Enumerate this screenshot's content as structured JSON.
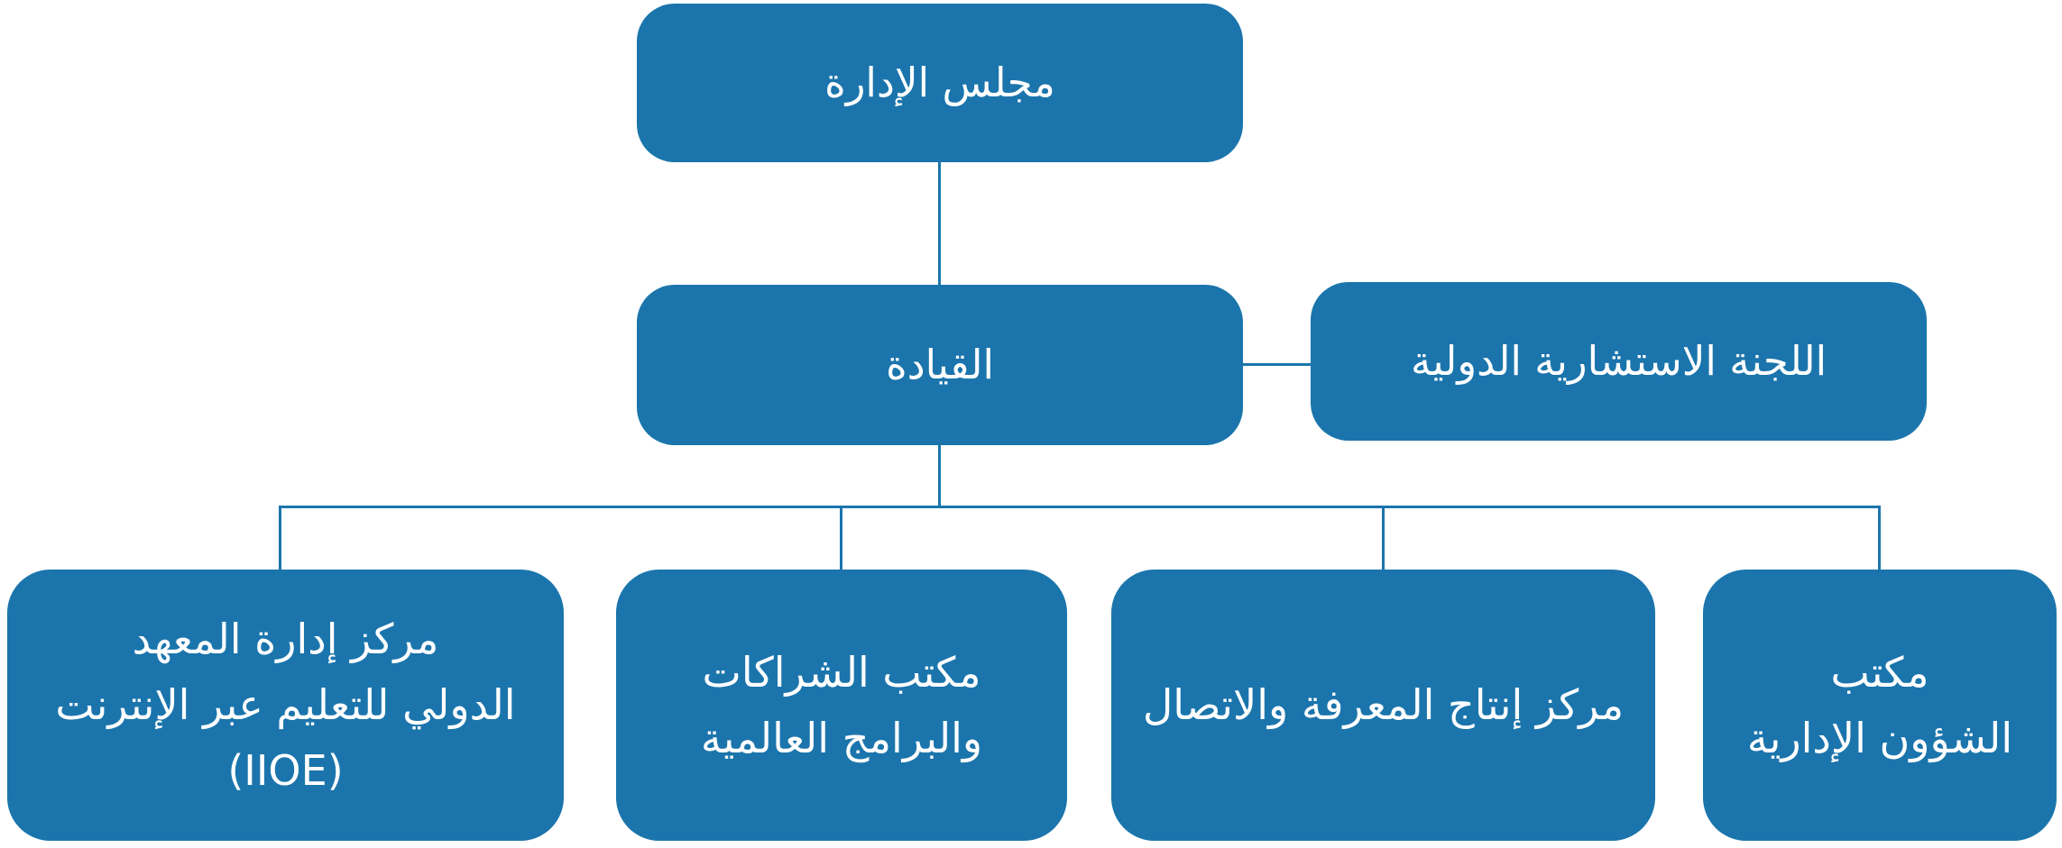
{
  "colors": {
    "background": "#ffffff",
    "box_fill": "#1b75ac",
    "connector": "#1b75ac",
    "text_color": "#ffffff"
  },
  "org_chart": {
    "root": {
      "label": "مجلس الإدارة"
    },
    "leadership": {
      "label": "القيادة"
    },
    "advisory": {
      "label": "اللجنة الاستشارية الدولية"
    },
    "departments": [
      {
        "lines": [
          "مركز إدارة المعهد",
          "الدولي للتعليم عبر الإنترنت",
          "(IIOE)"
        ]
      },
      {
        "lines": [
          "مكتب الشراكات",
          "والبرامج العالمية"
        ]
      },
      {
        "lines": [
          "مركز إنتاج المعرفة والاتصال"
        ]
      },
      {
        "lines": [
          "مكتب",
          "الشؤون الإدارية"
        ]
      }
    ]
  }
}
